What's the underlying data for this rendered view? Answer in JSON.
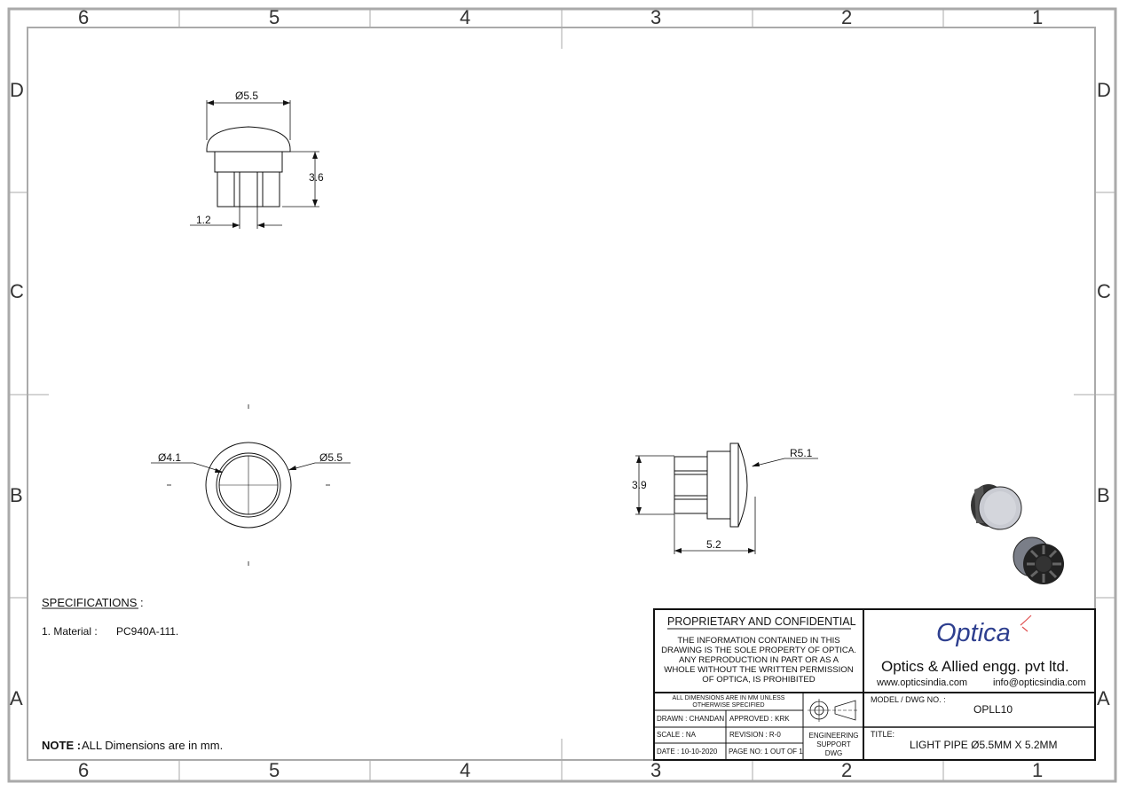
{
  "zones": {
    "columns": [
      "6",
      "5",
      "4",
      "3",
      "2",
      "1"
    ],
    "rows": [
      "D",
      "C",
      "B",
      "A"
    ]
  },
  "dims": {
    "top_dia": "Ø5.5",
    "top_height": "3.6",
    "top_slot": "1.2",
    "front_inner": "Ø4.1",
    "front_outer": "Ø5.5",
    "side_radius": "R5.1",
    "side_height": "3.9",
    "side_length": "5.2"
  },
  "specs": {
    "heading": "SPECIFICATIONS :",
    "material_label": "1. Material :",
    "material_value": "PC940A-111.",
    "note_label": "NOTE :",
    "note_text": "ALL Dimensions are in mm."
  },
  "title_block": {
    "proprietary_title": "PROPRIETARY AND CONFIDENTIAL",
    "proprietary_lines": [
      "THE INFORMATION CONTAINED IN THIS",
      "DRAWING IS THE SOLE PROPERTY OF OPTICA.",
      "ANY REPRODUCTION  IN PART OR AS A",
      "WHOLE WITHOUT THE WRITTEN PERMISSION",
      "OF OPTICA, IS PROHIBITED"
    ],
    "logo_text": "Optica",
    "company": "Optics & Allied engg. pvt ltd.",
    "website": "www.opticsindia.com",
    "email": "info@opticsindia.com",
    "units_note_1": "ALL DIMENSIONS ARE IN MM UNLESS",
    "units_note_2": "OTHERWISE SPECIFIED",
    "drawn": "DRAWN : CHANDAN",
    "approved": "APPROVED : KRK",
    "scale": "SCALE : NA",
    "revision": "REVISION : R-0",
    "date": "DATE : 10-10-2020",
    "page": "PAGE NO: 1 OUT OF 1",
    "eng_1": "ENGINEERING",
    "eng_2": "SUPPORT",
    "eng_3": "DWG",
    "model_label": "MODEL / DWG NO. :",
    "model_value": "OPLL10",
    "title_label": "TITLE:",
    "title_value": "LIGHT PIPE  Ø5.5MM X 5.2MM"
  },
  "colors": {
    "line": "#111111",
    "frame": "#999999",
    "logo": "#2e3f8f",
    "logo_accent": "#e05050"
  }
}
